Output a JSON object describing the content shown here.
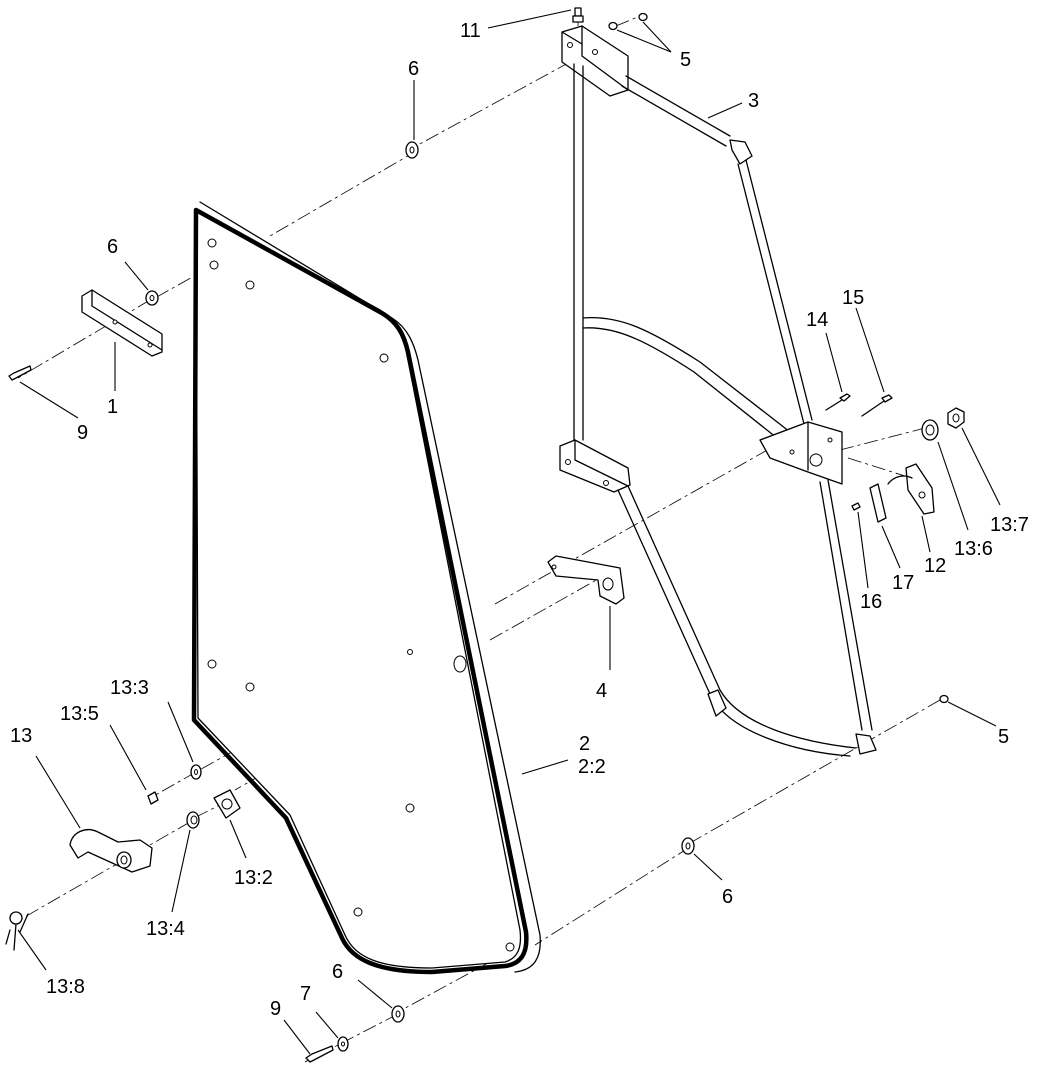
{
  "diagram": {
    "type": "exploded-parts-view",
    "callouts": [
      {
        "id": "c11",
        "label": "11"
      },
      {
        "id": "c5a",
        "label": "5"
      },
      {
        "id": "c6a",
        "label": "6"
      },
      {
        "id": "c3",
        "label": "3"
      },
      {
        "id": "c6b",
        "label": "6"
      },
      {
        "id": "c1",
        "label": "1"
      },
      {
        "id": "c9a",
        "label": "9"
      },
      {
        "id": "c14",
        "label": "14"
      },
      {
        "id": "c15",
        "label": "15"
      },
      {
        "id": "c13_7",
        "label": "13:7"
      },
      {
        "id": "c13_6",
        "label": "13:6"
      },
      {
        "id": "c12",
        "label": "12"
      },
      {
        "id": "c17",
        "label": "17"
      },
      {
        "id": "c16",
        "label": "16"
      },
      {
        "id": "c4",
        "label": "4"
      },
      {
        "id": "c5b",
        "label": "5"
      },
      {
        "id": "c2",
        "label": "2"
      },
      {
        "id": "c2_2",
        "label": "2:2"
      },
      {
        "id": "c13_3",
        "label": "13:3"
      },
      {
        "id": "c13_5",
        "label": "13:5"
      },
      {
        "id": "c13",
        "label": "13"
      },
      {
        "id": "c13_2",
        "label": "13:2"
      },
      {
        "id": "c13_4",
        "label": "13:4"
      },
      {
        "id": "c13_8",
        "label": "13:8"
      },
      {
        "id": "c6c",
        "label": "6"
      },
      {
        "id": "c6d",
        "label": "6"
      },
      {
        "id": "c7",
        "label": "7"
      },
      {
        "id": "c9b",
        "label": "9"
      }
    ]
  }
}
